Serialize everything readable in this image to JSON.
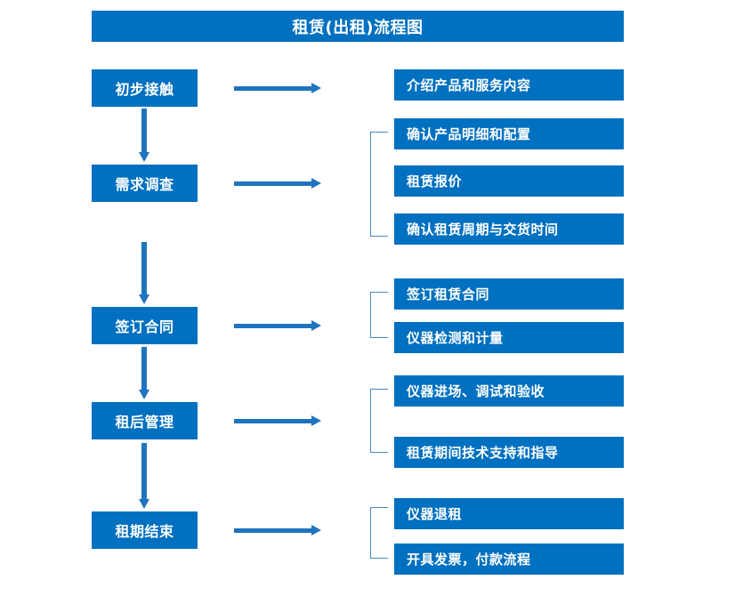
{
  "title": {
    "text": "租赁(出租)流程图"
  },
  "colors": {
    "box_fill": "#0070C0",
    "box_text": "#FFFFFF",
    "arrow": "#1F74BF",
    "bracket": "#4A87C7",
    "background": "#FFFFFF"
  },
  "stages": [
    {
      "label": "初步接触"
    },
    {
      "label": "需求调查"
    },
    {
      "label": "签订合同"
    },
    {
      "label": "租后管理"
    },
    {
      "label": "租期结束"
    }
  ],
  "details": [
    {
      "label": "介绍产品和服务内容"
    },
    {
      "label": "确认产品明细和配置"
    },
    {
      "label": "租赁报价"
    },
    {
      "label": "确认租赁周期与交货时间"
    },
    {
      "label": "签订租赁合同"
    },
    {
      "label": "仪器检测和计量"
    },
    {
      "label": "仪器进场、调试和验收"
    },
    {
      "label": "租赁期间技术支持和指导"
    },
    {
      "label": "仪器退租"
    },
    {
      "label": "开具发票，付款流程"
    }
  ],
  "icons": {
    "down_arrow": "down-arrow-icon",
    "right_arrow": "right-arrow-icon",
    "bracket": "group-bracket-icon"
  }
}
